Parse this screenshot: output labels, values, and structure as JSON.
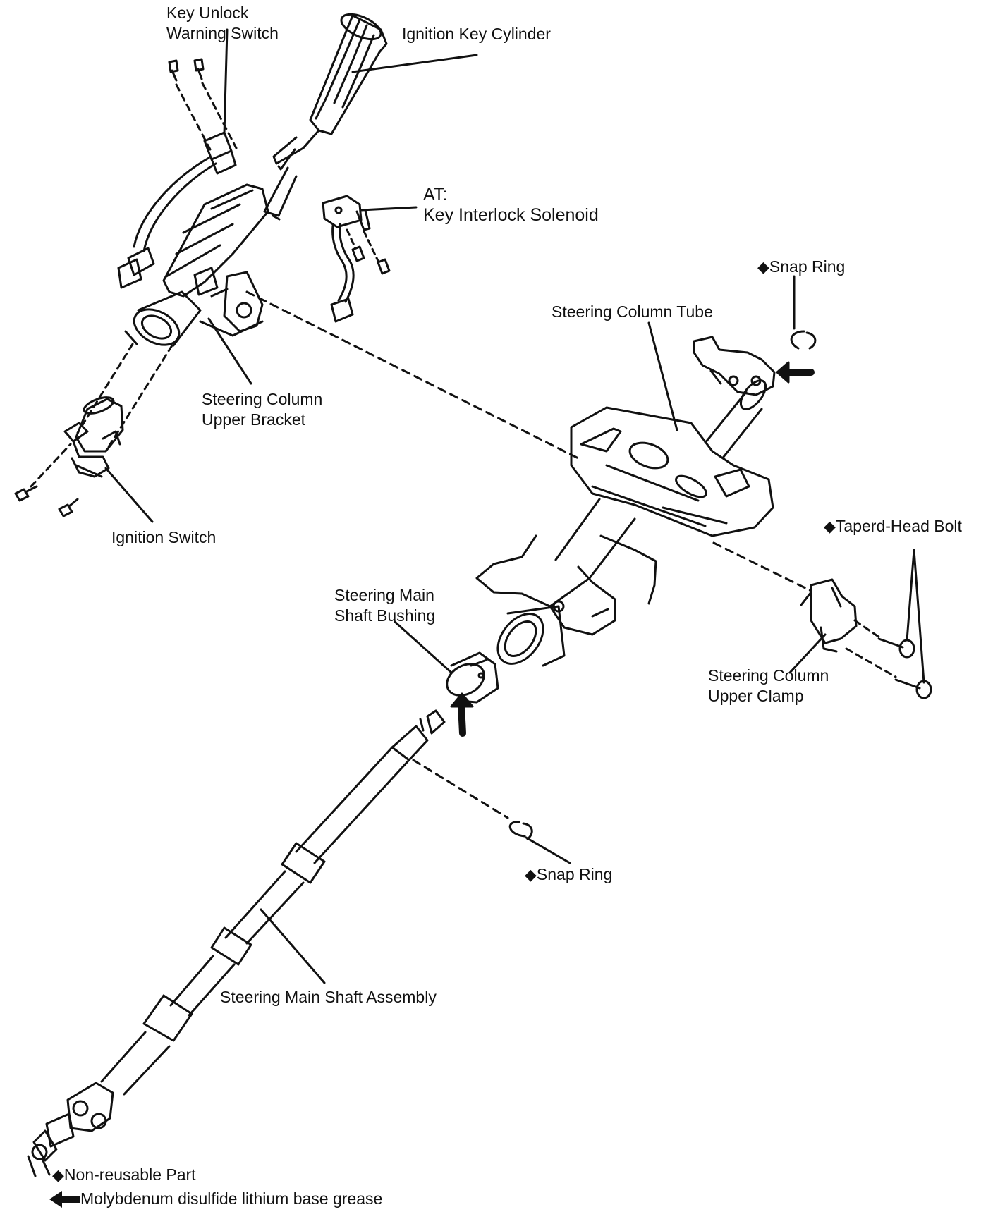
{
  "markers": {
    "non_reusable": "◆",
    "grease_arrow": "🡄"
  },
  "labels": {
    "key_unlock_warning_switch": [
      "Key Unlock",
      "Warning Switch"
    ],
    "ignition_key_cylinder": "Ignition Key Cylinder",
    "key_interlock_solenoid": [
      "AT:",
      "Key Interlock Solenoid"
    ],
    "snap_ring_top": "Snap Ring",
    "steering_column_tube": "Steering Column Tube",
    "steering_column_upper_bracket": [
      "Steering Column",
      "Upper Bracket"
    ],
    "ignition_switch": "Ignition Switch",
    "taperd_head_bolt": "Taperd-Head Bolt",
    "steering_main_shaft_bushing": [
      "Steering Main",
      "Shaft Bushing"
    ],
    "steering_column_upper_clamp": [
      "Steering Column",
      "Upper Clamp"
    ],
    "snap_ring_bottom": "Snap Ring",
    "steering_main_shaft_assembly": "Steering Main Shaft Assembly"
  },
  "legend": {
    "non_reusable_part": "Non-reusable Part",
    "grease": "Molybdenum disulfide lithium base grease"
  },
  "colors": {
    "ink": "#111111",
    "paper": "#ffffff"
  }
}
